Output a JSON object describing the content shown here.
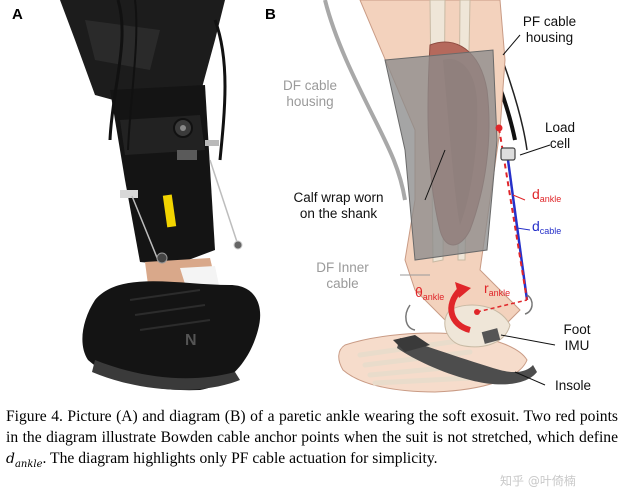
{
  "panels": {
    "a_label": "A",
    "b_label": "B"
  },
  "diagram_labels": {
    "pf_cable_housing": [
      "PF cable",
      "housing"
    ],
    "df_cable_housing": [
      "DF cable",
      "housing"
    ],
    "load_cell": [
      "Load",
      "cell"
    ],
    "calf_wrap": [
      "Calf wrap worn",
      "on the shank"
    ],
    "d_ankle": {
      "symbol": "d",
      "subscript": "ankle"
    },
    "d_cable": {
      "symbol": "d",
      "subscript": "cable"
    },
    "df_inner_cable": [
      "DF Inner",
      "cable"
    ],
    "theta_ankle": {
      "symbol": "θ",
      "subscript": "ankle"
    },
    "r_ankle": {
      "symbol": "r",
      "subscript": "ankle"
    },
    "foot_imu": [
      "Foot",
      "IMU"
    ],
    "insole": "Insole"
  },
  "caption": {
    "part1": "Figure 4. Picture (A) and diagram (B) of a paretic ankle wearing the soft exosuit. Two red points in the diagram illustrate Bowden cable anchor points when the suit is not stretched, which define ",
    "math_symbol": "d",
    "math_subscript": "ankle",
    "part2": ". The diagram highlights only PF cable actuation for simplicity."
  },
  "watermark": "知乎 @叶倚楠",
  "colors": {
    "red": "#e0262a",
    "blue": "#2630c9",
    "gray_label": "#9a9a9a",
    "muscle": "#b5695c",
    "skin": "#f3d2bd",
    "wrap": "#8c8c8c",
    "insole": "#4d4d4d",
    "shoe": "#141414"
  }
}
